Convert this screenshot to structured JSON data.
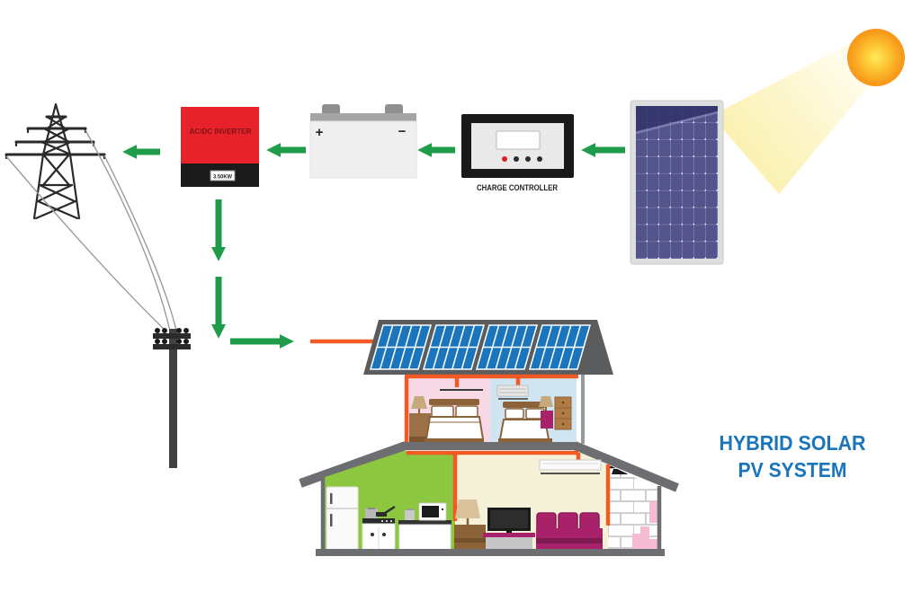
{
  "diagram_title": {
    "line1": "HYBRID SOLAR",
    "line2": "PV SYSTEM"
  },
  "components": {
    "inverter": {
      "label": "AC/DC INVERTER",
      "rating_label": "3.50KW"
    },
    "battery": {
      "positive_terminal": "+",
      "negative_terminal": "−"
    },
    "charge_controller": {
      "label": "CHARGE CONTROLLER"
    }
  },
  "icons": [
    "sun-icon",
    "sunbeam",
    "solar-panel",
    "charge-controller",
    "battery",
    "ac-dc-inverter",
    "transmission-tower-icon",
    "utility-pole-icon",
    "power-lines",
    "flow-arrow",
    "house-cutaway",
    "roof-solar-array",
    "bed-icon",
    "lamp-icon",
    "nightstand-icon",
    "dresser-icon",
    "ac-unit-icon",
    "fridge-icon",
    "stove-icon",
    "microwave-icon",
    "counter-icon",
    "tv-icon",
    "sofa-icon",
    "side-table-icon",
    "shower-icon",
    "toilet-icon"
  ],
  "colors": {
    "arrow_green": "#1E9C49",
    "wire_orange": "#F15A24",
    "inverter_red": "#E8222A",
    "inverter_text": "#7F1416",
    "title_blue": "#1B75BB",
    "roof_gray": "#5B5C5E",
    "structure_gray": "#6D6E71",
    "pv_panel_violet": "#54548C",
    "roof_panel_blue": "#1B75BC",
    "sun_orange": "#F6921E",
    "sun_core_yellow": "#FFE95A",
    "beam_yellow": "#FAF2B6",
    "kitchen_green": "#8DC63F",
    "bedroom_pink": "#F8D9E6",
    "bedroom_blue": "#CFE6F2",
    "living_cream": "#F5F1D8",
    "sofa_magenta": "#A8216B",
    "wood_brown": "#8C6239",
    "bathroom_pink": "#F4BBD3"
  }
}
